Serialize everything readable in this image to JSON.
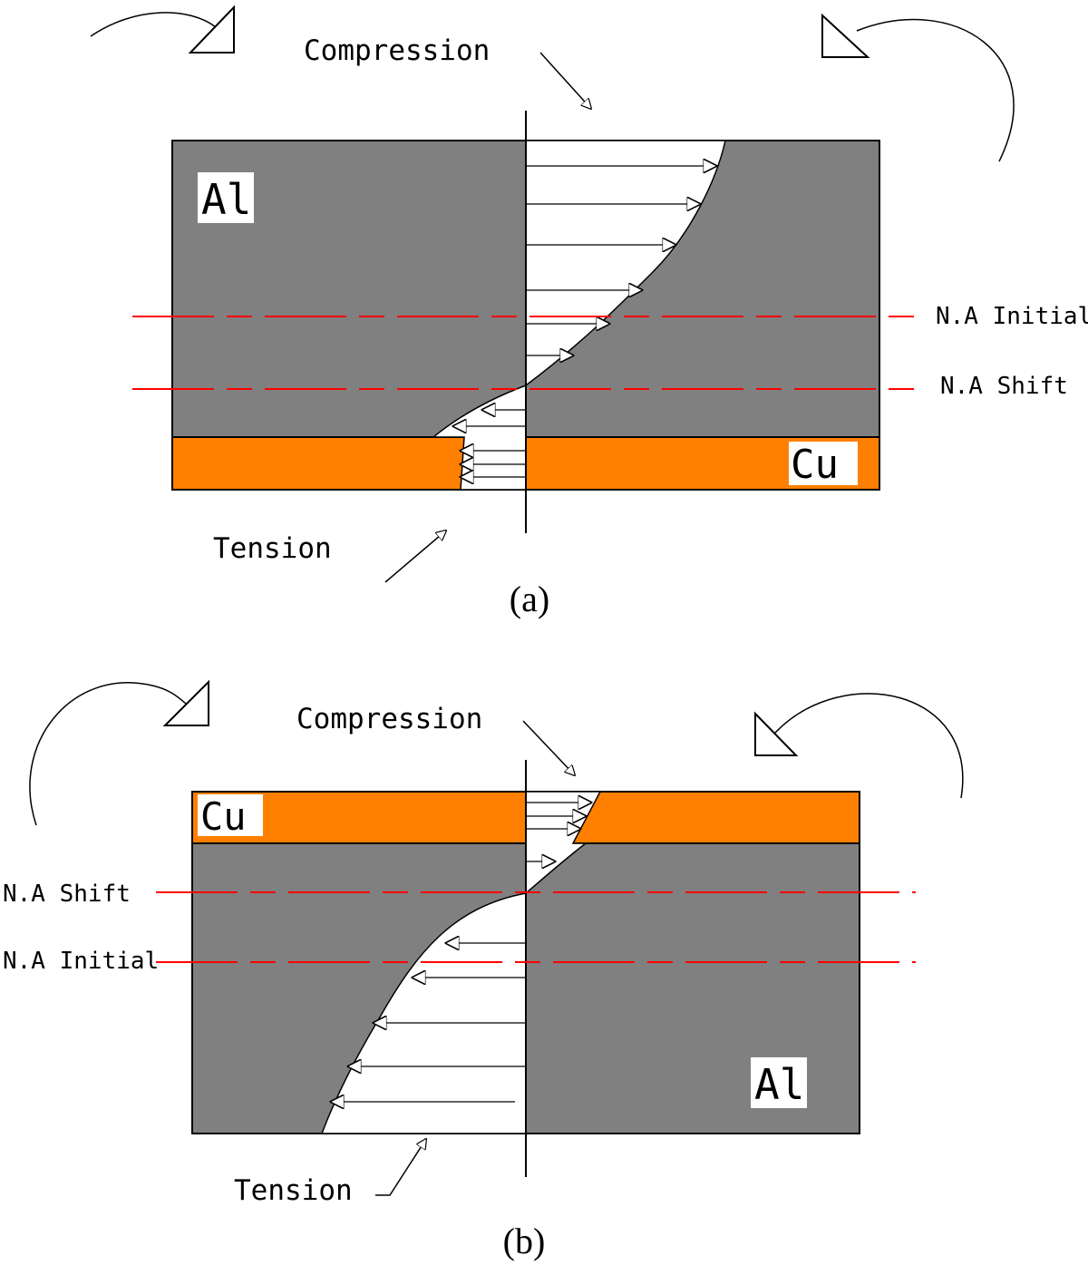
{
  "colors": {
    "aluminium": "#808080",
    "copper": "#ff8000",
    "neutral_axis": "#ff0000",
    "stress_zone": "#ffffff",
    "outline": "#000000"
  },
  "panels": [
    {
      "caption": "(a)",
      "compression_label": "Compression",
      "tension_label": "Tension",
      "al_label": "Al",
      "cu_label": "Cu",
      "na_initial_label": "N.A Initial",
      "na_shift_label": "N.A Shift"
    },
    {
      "caption": "(b)",
      "compression_label": "Compression",
      "tension_label": "Tension",
      "al_label": "Al",
      "cu_label": "Cu",
      "na_initial_label": "N.A Initial",
      "na_shift_label": "N.A Shift"
    }
  ]
}
